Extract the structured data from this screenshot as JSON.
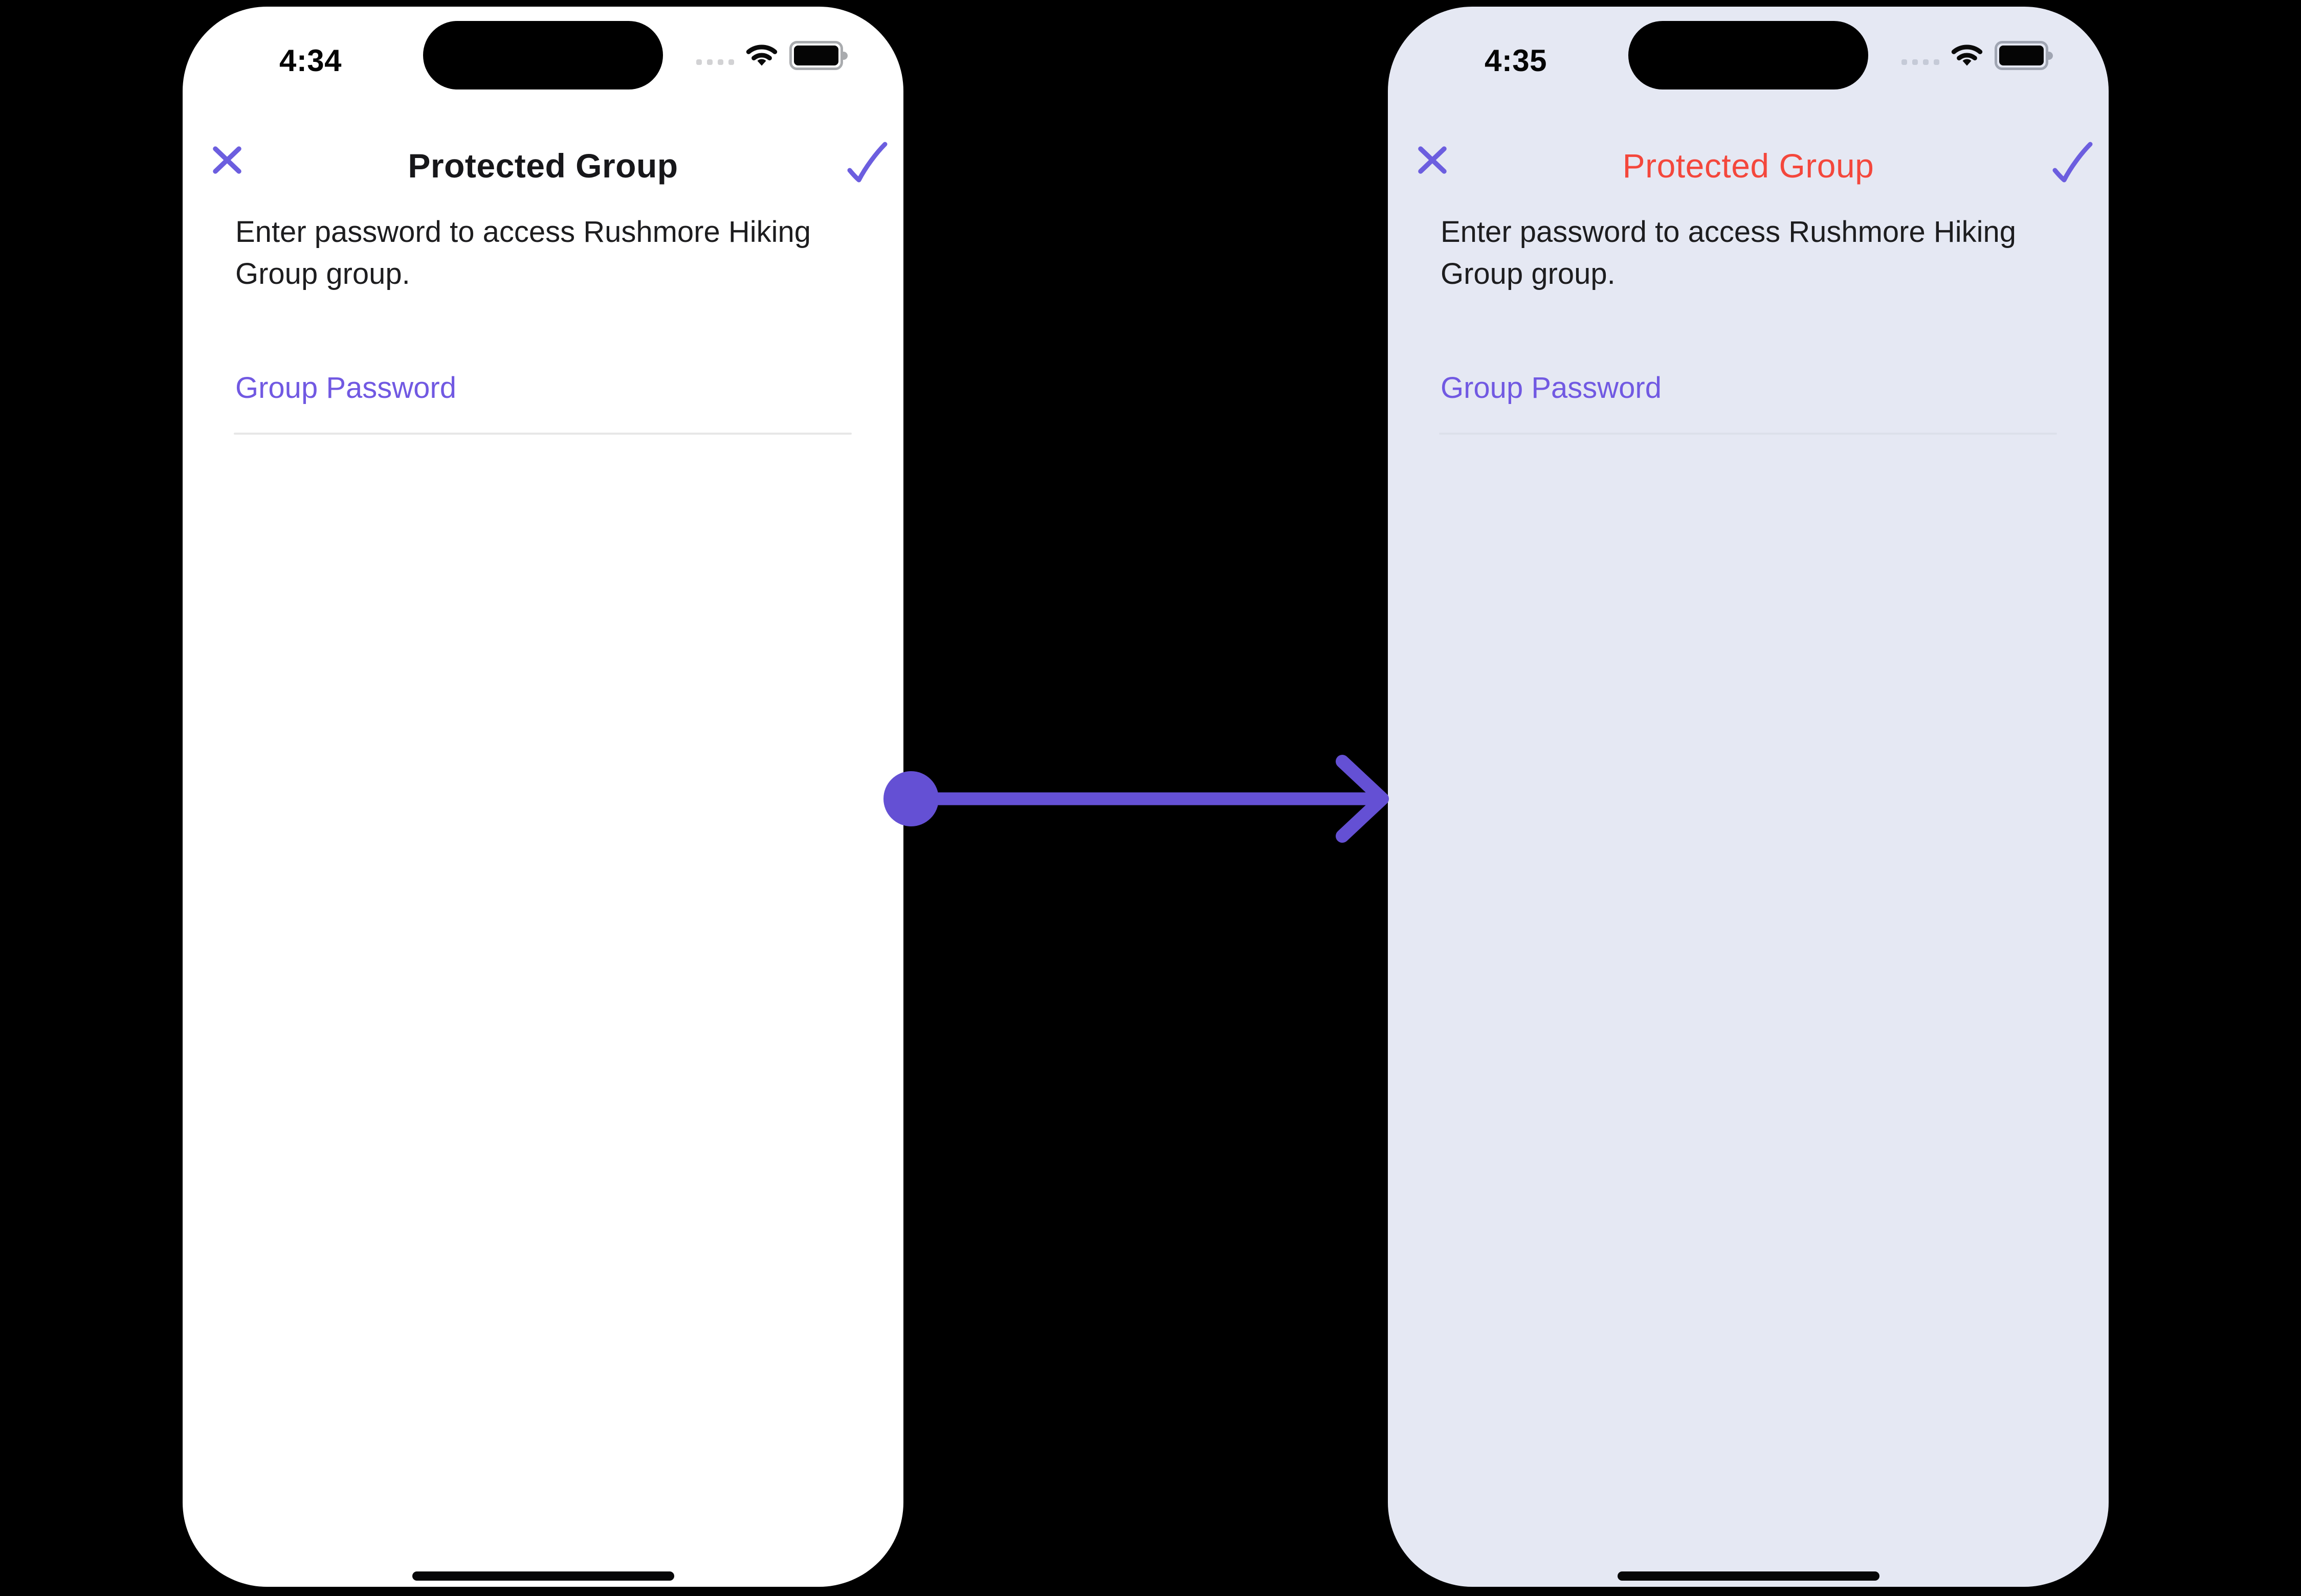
{
  "colors": {
    "canvas_background": "#000000",
    "phone_before_background": "#ffffff",
    "phone_after_background": "#e5e8f3",
    "title_default": "#17171a",
    "title_highlight_red": "#f4473c",
    "accent_icon_purple": "#6c5edf",
    "field_label_purple": "#7159e2",
    "arrow_purple": "#6450d4",
    "underline_before": "#e7e7e7",
    "underline_after": "#dce0ea"
  },
  "icons": {
    "close": "✕",
    "confirm": "✓",
    "cellular": "signal-dots",
    "wifi": "wifi-arcs",
    "battery": "battery-full",
    "dynamic_island": "black-pill",
    "home_indicator": "bar",
    "transition_arrow": "dot-line-chevron-right"
  },
  "phones": [
    {
      "id": "left-phone",
      "status_bar": {
        "time": "4:34"
      },
      "header": {
        "title": "Protected Group"
      },
      "body": {
        "description": "Enter password to access Rushmore Hiking Group group.",
        "field_label": "Group Password",
        "field_value": ""
      }
    },
    {
      "id": "right-phone",
      "status_bar": {
        "time": "4:35"
      },
      "header": {
        "title": "Protected Group"
      },
      "body": {
        "description": "Enter password to access Rushmore Hiking Group group.",
        "field_label": "Group Password",
        "field_value": ""
      }
    }
  ]
}
